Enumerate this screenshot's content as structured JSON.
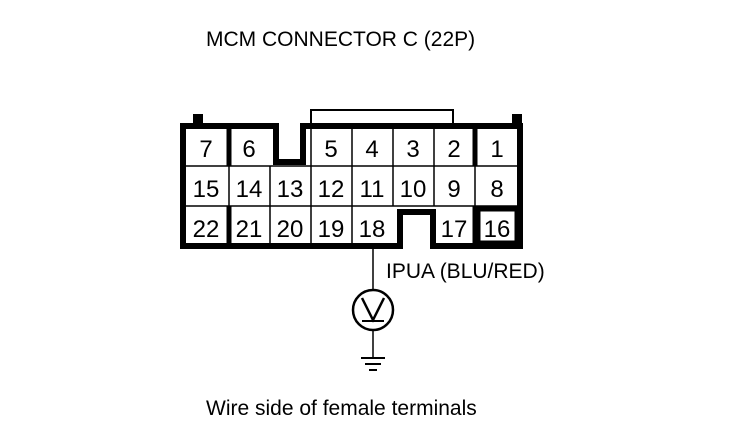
{
  "diagram": {
    "title": "MCM CONNECTOR C (22P)",
    "caption": "Wire side of female terminals",
    "wire_label": "IPUA (BLU/RED)",
    "meter_symbol": "V",
    "probe_terminal": "18",
    "pins": {
      "row1": [
        "7",
        "6",
        "5",
        "4",
        "3",
        "2",
        "1"
      ],
      "row2": [
        "15",
        "14",
        "13",
        "12",
        "11",
        "10",
        "9",
        "8"
      ],
      "row3": [
        "22",
        "21",
        "20",
        "19",
        "18",
        "17",
        "16"
      ]
    },
    "icons": [
      "voltmeter-icon",
      "ground-icon"
    ]
  }
}
